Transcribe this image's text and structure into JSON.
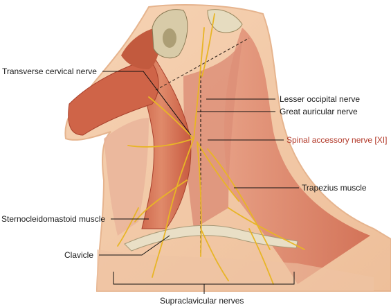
{
  "labels": {
    "transverse_cervical": "Transverse cervical nerve",
    "lesser_occipital": "Lesser occipital nerve",
    "great_auricular": "Great auricular nerve",
    "spinal_accessory": "Spinal accessory nerve [XI]",
    "trapezius": "Trapezius muscle",
    "sternocleidomastoid": "Sternocleidomastoid muscle",
    "clavicle": "Clavicle",
    "supraclavicular": "Supraclavicular nerves"
  },
  "colors": {
    "skin": "#f3c9a6",
    "muscle": "#d9745a",
    "muscle_dark": "#b8503a",
    "nerve": "#e8b526",
    "bone": "#e6dcc0",
    "highlight_label": "#b33a2a"
  }
}
